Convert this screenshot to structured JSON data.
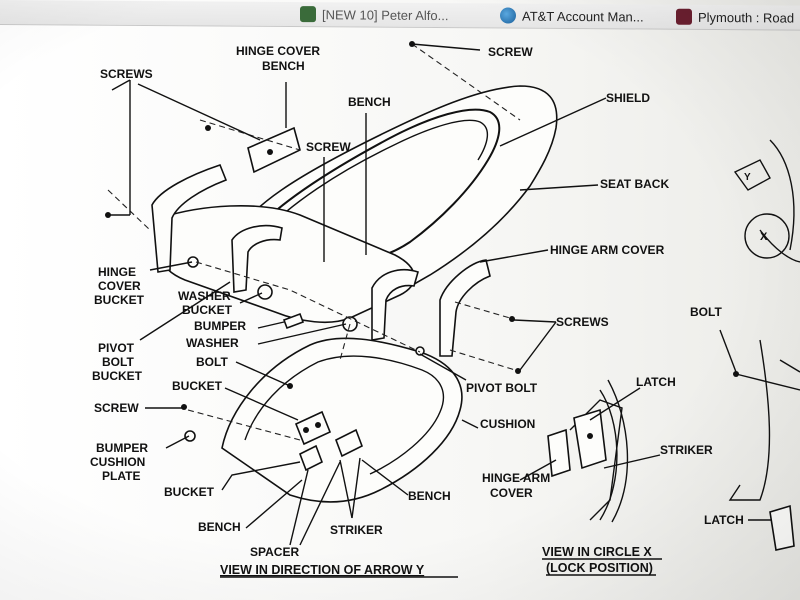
{
  "bookmarks": [
    {
      "label": "[NEW 10] Peter Alfo...",
      "icon": "bookmark-icon"
    },
    {
      "label": "AT&T Account Man...",
      "icon": "att-globe-icon"
    },
    {
      "label": "Plymouth : Road",
      "icon": "briefcase-icon"
    }
  ],
  "labels": {
    "hinge_cover_bench": "HINGE COVER\nBENCH",
    "screws_top": "SCREWS",
    "screw_top": "SCREW",
    "bench_top": "BENCH",
    "screw_mid": "SCREW",
    "shield": "SHIELD",
    "seat_back": "SEAT BACK",
    "hinge_arm_cover": "HINGE ARM COVER",
    "hinge_cover_bucket": "HINGE\nCOVER\nBUCKET",
    "washer_bucket": "WASHER\nBUCKET",
    "bumper": "BUMPER",
    "washer": "WASHER",
    "pivot_bolt_bucket": "PIVOT\nBOLT\nBUCKET",
    "bolt": "BOLT",
    "bucket_mid": "BUCKET",
    "screw_left": "SCREW",
    "bumper_cushion_plate": "BUMPER\nCUSHION\nPLATE",
    "bucket_bottom": "BUCKET",
    "bench_bottom_left": "BENCH",
    "spacer": "SPACER",
    "striker": "STRIKER",
    "bench_bottom_right": "BENCH",
    "cushion": "CUSHION",
    "pivot_bolt": "PIVOT BOLT",
    "screws_right": "SCREWS",
    "hinge_arm_cover_small": "HINGE ARM\nCOVER",
    "latch": "LATCH",
    "striker_right": "STRIKER",
    "bolt_right": "BOLT",
    "latch_bottom": "LATCH",
    "arrow_y": "Y",
    "circle_x": "X"
  },
  "captions": {
    "view_arrow_y": "VIEW IN DIRECTION OF ARROW Y",
    "view_circle_x": "VIEW IN CIRCLE X",
    "lock_position": "(LOCK POSITION)"
  }
}
